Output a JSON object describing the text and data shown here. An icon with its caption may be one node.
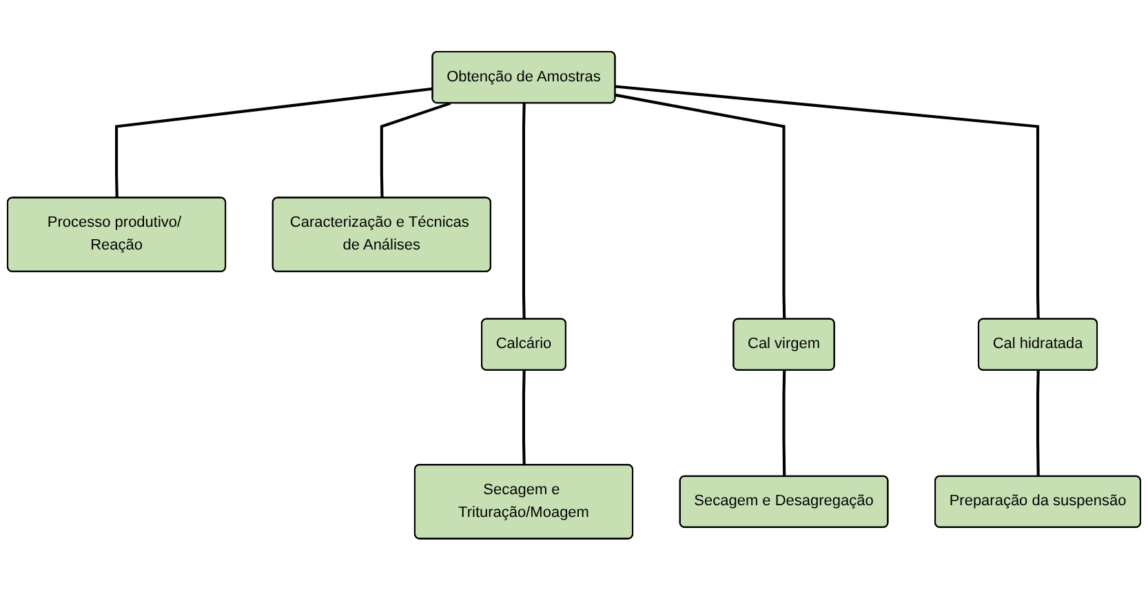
{
  "diagram": {
    "nodes": [
      {
        "text": [
          "Obtenção de Amostras"
        ]
      },
      {
        "text": [
          "Processo produtivo/ Reação"
        ]
      },
      {
        "text": [
          "Caracterização e Técnicas de Análises"
        ]
      },
      {
        "text": [
          "Calcário"
        ]
      },
      {
        "text": [
          "Cal virgem"
        ]
      },
      {
        "text": [
          "Cal hidratada"
        ]
      },
      {
        "text": [
          "Secagem e Trituração/Moagem"
        ]
      },
      {
        "text": [
          "Secagem e Desagregação"
        ]
      },
      {
        "text": [
          "Preparação da suspensão"
        ]
      }
    ],
    "edges": [
      {
        "from": 0,
        "to": 1,
        "arrow": "none"
      },
      {
        "from": 0,
        "to": 2,
        "arrow": "none"
      },
      {
        "from": 0,
        "to": 3,
        "arrow": "none"
      },
      {
        "from": 0,
        "to": 4,
        "arrow": "none"
      },
      {
        "from": 0,
        "to": 5,
        "arrow": "none"
      },
      {
        "from": 3,
        "to": 6,
        "arrow": "none"
      },
      {
        "from": 4,
        "to": 7,
        "arrow": "none"
      },
      {
        "from": 5,
        "to": 8,
        "arrow": "none"
      }
    ]
  }
}
